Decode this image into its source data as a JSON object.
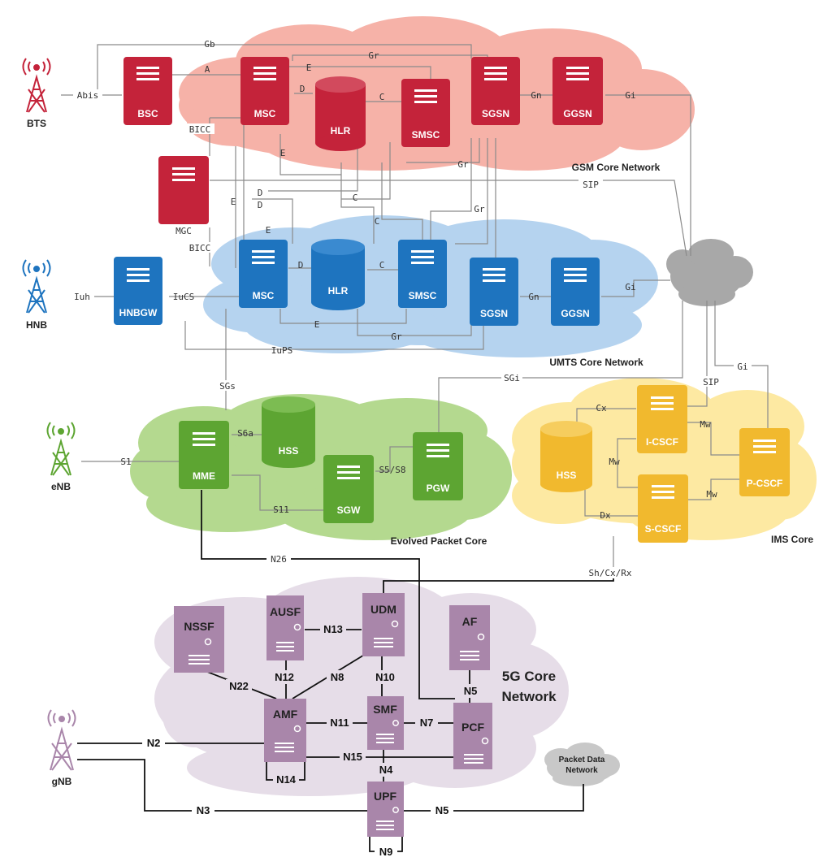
{
  "networks": {
    "gsm": "GSM Core Network",
    "umts": "UMTS Core Network",
    "epc": "Evolved Packet Core",
    "ims": "IMS Core",
    "fiveg": [
      "5G Core",
      "Network"
    ],
    "pdn": [
      "Packet Data",
      "Network"
    ]
  },
  "antennas": {
    "bts": "BTS",
    "hnb": "HNB",
    "enb": "eNB",
    "gnb": "gNB"
  },
  "nodes": {
    "bsc": "BSC",
    "msc_gsm": "MSC",
    "hlr_gsm": "HLR",
    "smsc_gsm": "SMSC",
    "sgsn_gsm": "SGSN",
    "ggsn_gsm": "GGSN",
    "mgc": "MGC",
    "hnbgw": "HNBGW",
    "msc_umts": "MSC",
    "hlr_umts": "HLR",
    "smsc_umts": "SMSC",
    "sgsn_umts": "SGSN",
    "ggsn_umts": "GGSN",
    "mme": "MME",
    "hss_epc": "HSS",
    "sgw": "SGW",
    "pgw": "PGW",
    "hss_ims": "HSS",
    "icscf": "I-CSCF",
    "scscf": "S-CSCF",
    "pcscf": "P-CSCF",
    "nssf": "NSSF",
    "ausf": "AUSF",
    "udm": "UDM",
    "af": "AF",
    "amf": "AMF",
    "smf": "SMF",
    "pcf": "PCF",
    "upf": "UPF"
  },
  "interfaces": {
    "abis": "Abis",
    "gb": "Gb",
    "a": "A",
    "gr_top": "Gr",
    "e_gsm": "E",
    "d_gsm": "D",
    "c_gsm": "C",
    "gn_gsm": "Gn",
    "gi_gsm": "Gi",
    "bicc_top": "BICC",
    "e_cross": "E",
    "gr_mid": "Gr",
    "d_cross1": "D",
    "d_cross2": "D",
    "e_left": "E",
    "c_cross1": "C",
    "c_cross2": "C",
    "sip_top": "SIP",
    "gr_umts": "Gr",
    "bicc_bottom": "BICC",
    "e_umts_top": "E",
    "d_umts": "D",
    "c_umts": "C",
    "iuh": "Iuh",
    "iucs": "IuCS",
    "gn_umts": "Gn",
    "gi_umts": "Gi",
    "e_umts_bottom": "E",
    "gr_umts_bottom": "Gr",
    "iups": "IuPS",
    "sgs": "SGs",
    "sgi": "SGi",
    "gi_ims": "Gi",
    "sip_ims": "SIP",
    "s6a": "S6a",
    "s1": "S1",
    "s5s8": "S5/S8",
    "s11": "S11",
    "cx": "Cx",
    "mw1": "Mw",
    "mw2": "Mw",
    "mw3": "Mw",
    "dx": "Dx",
    "n26": "N26",
    "shcxrx": "Sh/Cx/Rx",
    "n13": "N13",
    "n12": "N12",
    "n8": "N8",
    "n10": "N10",
    "n22": "N22",
    "n5_af": "N5",
    "n11": "N11",
    "n7": "N7",
    "n2": "N2",
    "n15": "N15",
    "n4": "N4",
    "n14": "N14",
    "n3": "N3",
    "n5_upf": "N5",
    "n9": "N9"
  },
  "colors": {
    "gsm_cloud": "#f6b2a8",
    "gsm_node": "#c4233a",
    "umts_cloud": "#b5d3ef",
    "umts_node": "#1e74bf",
    "epc_cloud": "#b4d98f",
    "epc_node": "#5da532",
    "ims_cloud": "#fde9a2",
    "ims_node": "#f1b92e",
    "fiveg_cloud": "#e6dde8",
    "fiveg_node": "#a986aa",
    "internet_cloud": "#a8a8a8"
  }
}
